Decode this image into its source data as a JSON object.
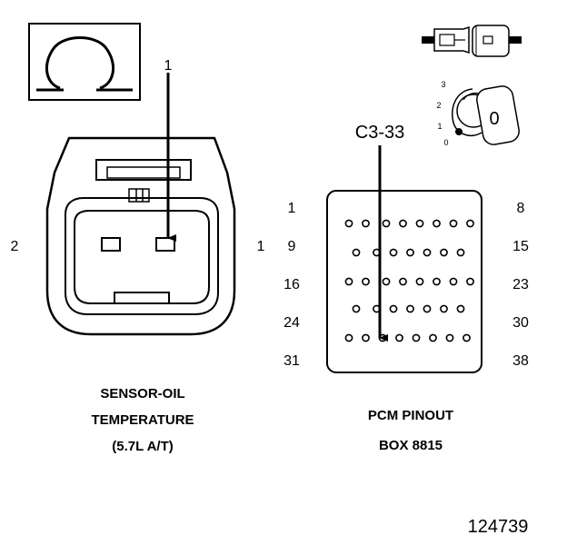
{
  "sensor": {
    "pin_callout": "1",
    "pin_left": "2",
    "pin_right": "1",
    "caption_line1": "SENSOR-OIL",
    "caption_line2": "TEMPERATURE",
    "caption_line3": "(5.7L A/T)"
  },
  "pcm": {
    "callout": "C3-33",
    "row_labels_left": [
      "1",
      "9",
      "16",
      "24",
      "31"
    ],
    "row_labels_right": [
      "8",
      "15",
      "23",
      "30",
      "38"
    ],
    "caption_line1": "PCM PINOUT",
    "caption_line2": "BOX 8815"
  },
  "key_switch": {
    "positions": [
      "3",
      "2",
      "1",
      "0"
    ],
    "key_label": "0"
  },
  "figure_number": "124739",
  "icons": [
    "ohm-symbol-icon",
    "connector-pair-icon",
    "ignition-key-icon"
  ]
}
